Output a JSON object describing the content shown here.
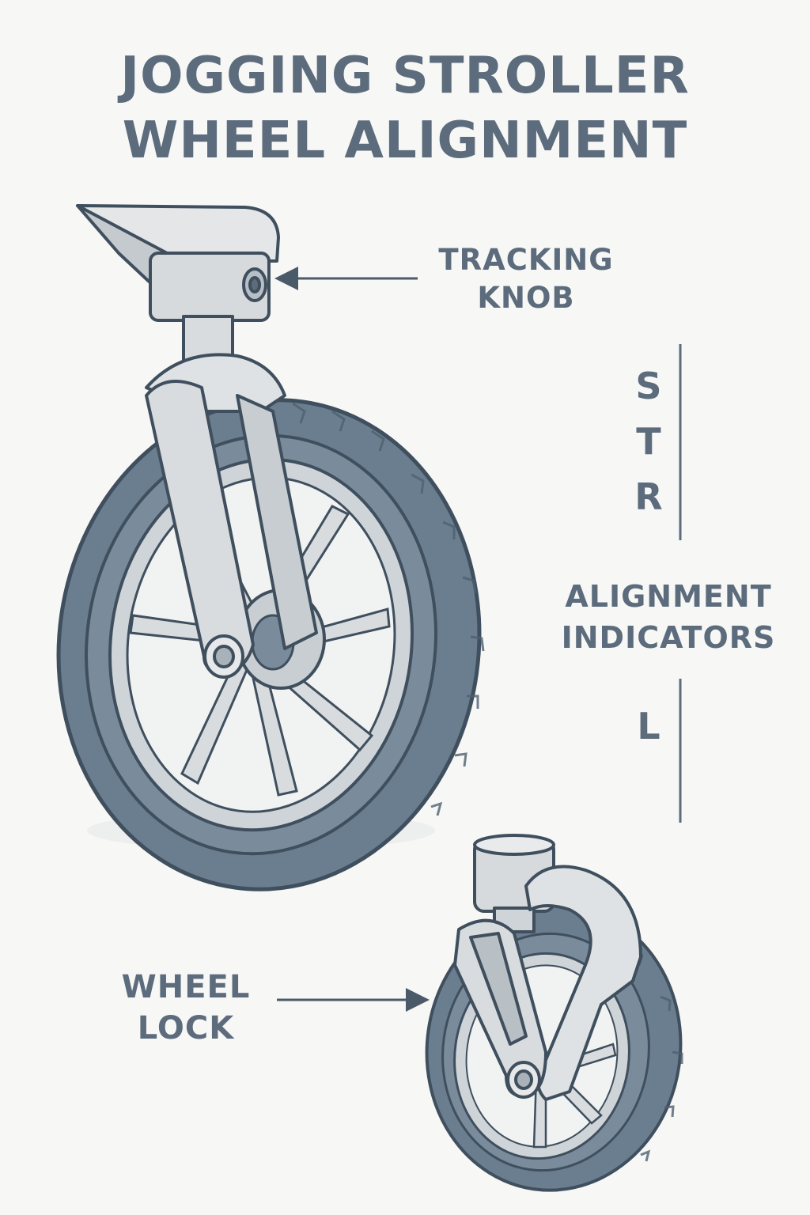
{
  "title": {
    "line1": "JOGGING STROLLER",
    "line2": "WHEEL ALIGNMENT"
  },
  "labels": {
    "tracking_knob": {
      "line1": "TRACKING",
      "line2": "KNOB"
    },
    "alignment_indicators": {
      "line1": "ALIGNMENT",
      "line2": "INDICATORS"
    },
    "wheel_lock": {
      "line1": "WHEEL",
      "line2": "LOCK"
    }
  },
  "indicators": {
    "s": "S",
    "t": "T",
    "r": "R",
    "l": "L"
  },
  "colors": {
    "text": "#5c6c7c",
    "tire": "#6b7e8f",
    "metal": "#d9dcde",
    "outline": "#3f4f5e",
    "background": "#f7f7f6"
  }
}
